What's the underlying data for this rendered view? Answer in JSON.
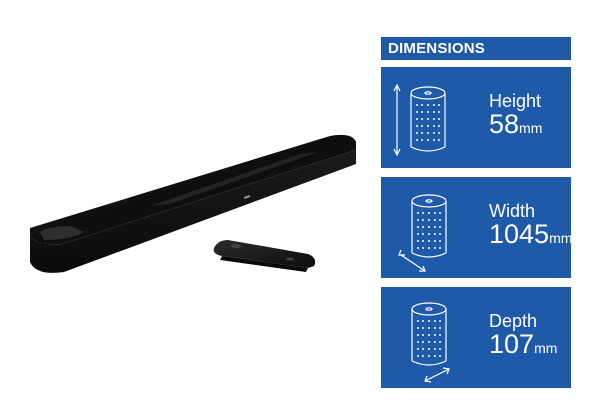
{
  "header": {
    "title": "DIMENSIONS"
  },
  "dimensions": {
    "height": {
      "label": "Height",
      "value": "58",
      "unit": "mm"
    },
    "width": {
      "label": "Width",
      "value": "1045",
      "unit": "mm"
    },
    "depth": {
      "label": "Depth",
      "value": "107",
      "unit": "mm"
    }
  },
  "colors": {
    "panel_blue": "#1f5aa8",
    "text_white": "#ffffff",
    "device_black": "#141414"
  },
  "icons": {
    "product": "soundbar-image",
    "remote": "remote-control-image",
    "speaker": "speaker-cylinder-icon",
    "height_arrow": "vertical-arrow-icon",
    "width_arrow": "diagonal-arrow-icon",
    "depth_arrow": "diagonal-arrow-icon"
  }
}
